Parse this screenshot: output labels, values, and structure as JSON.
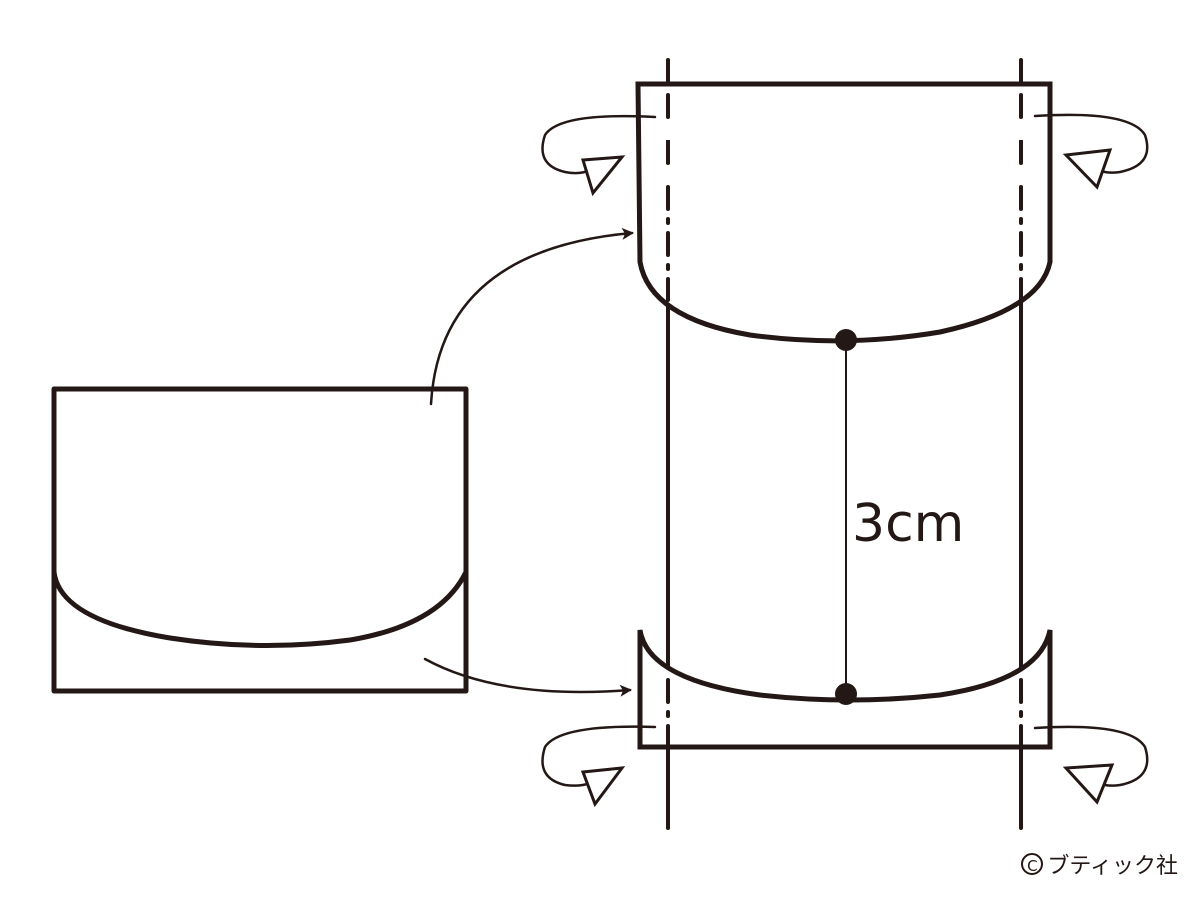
{
  "diagram": {
    "measurement_label": "3cm"
  },
  "credit": {
    "copyright_symbol": "C",
    "publisher": "ブティック社"
  },
  "colors": {
    "ink": "#231815",
    "background": "#ffffff"
  }
}
